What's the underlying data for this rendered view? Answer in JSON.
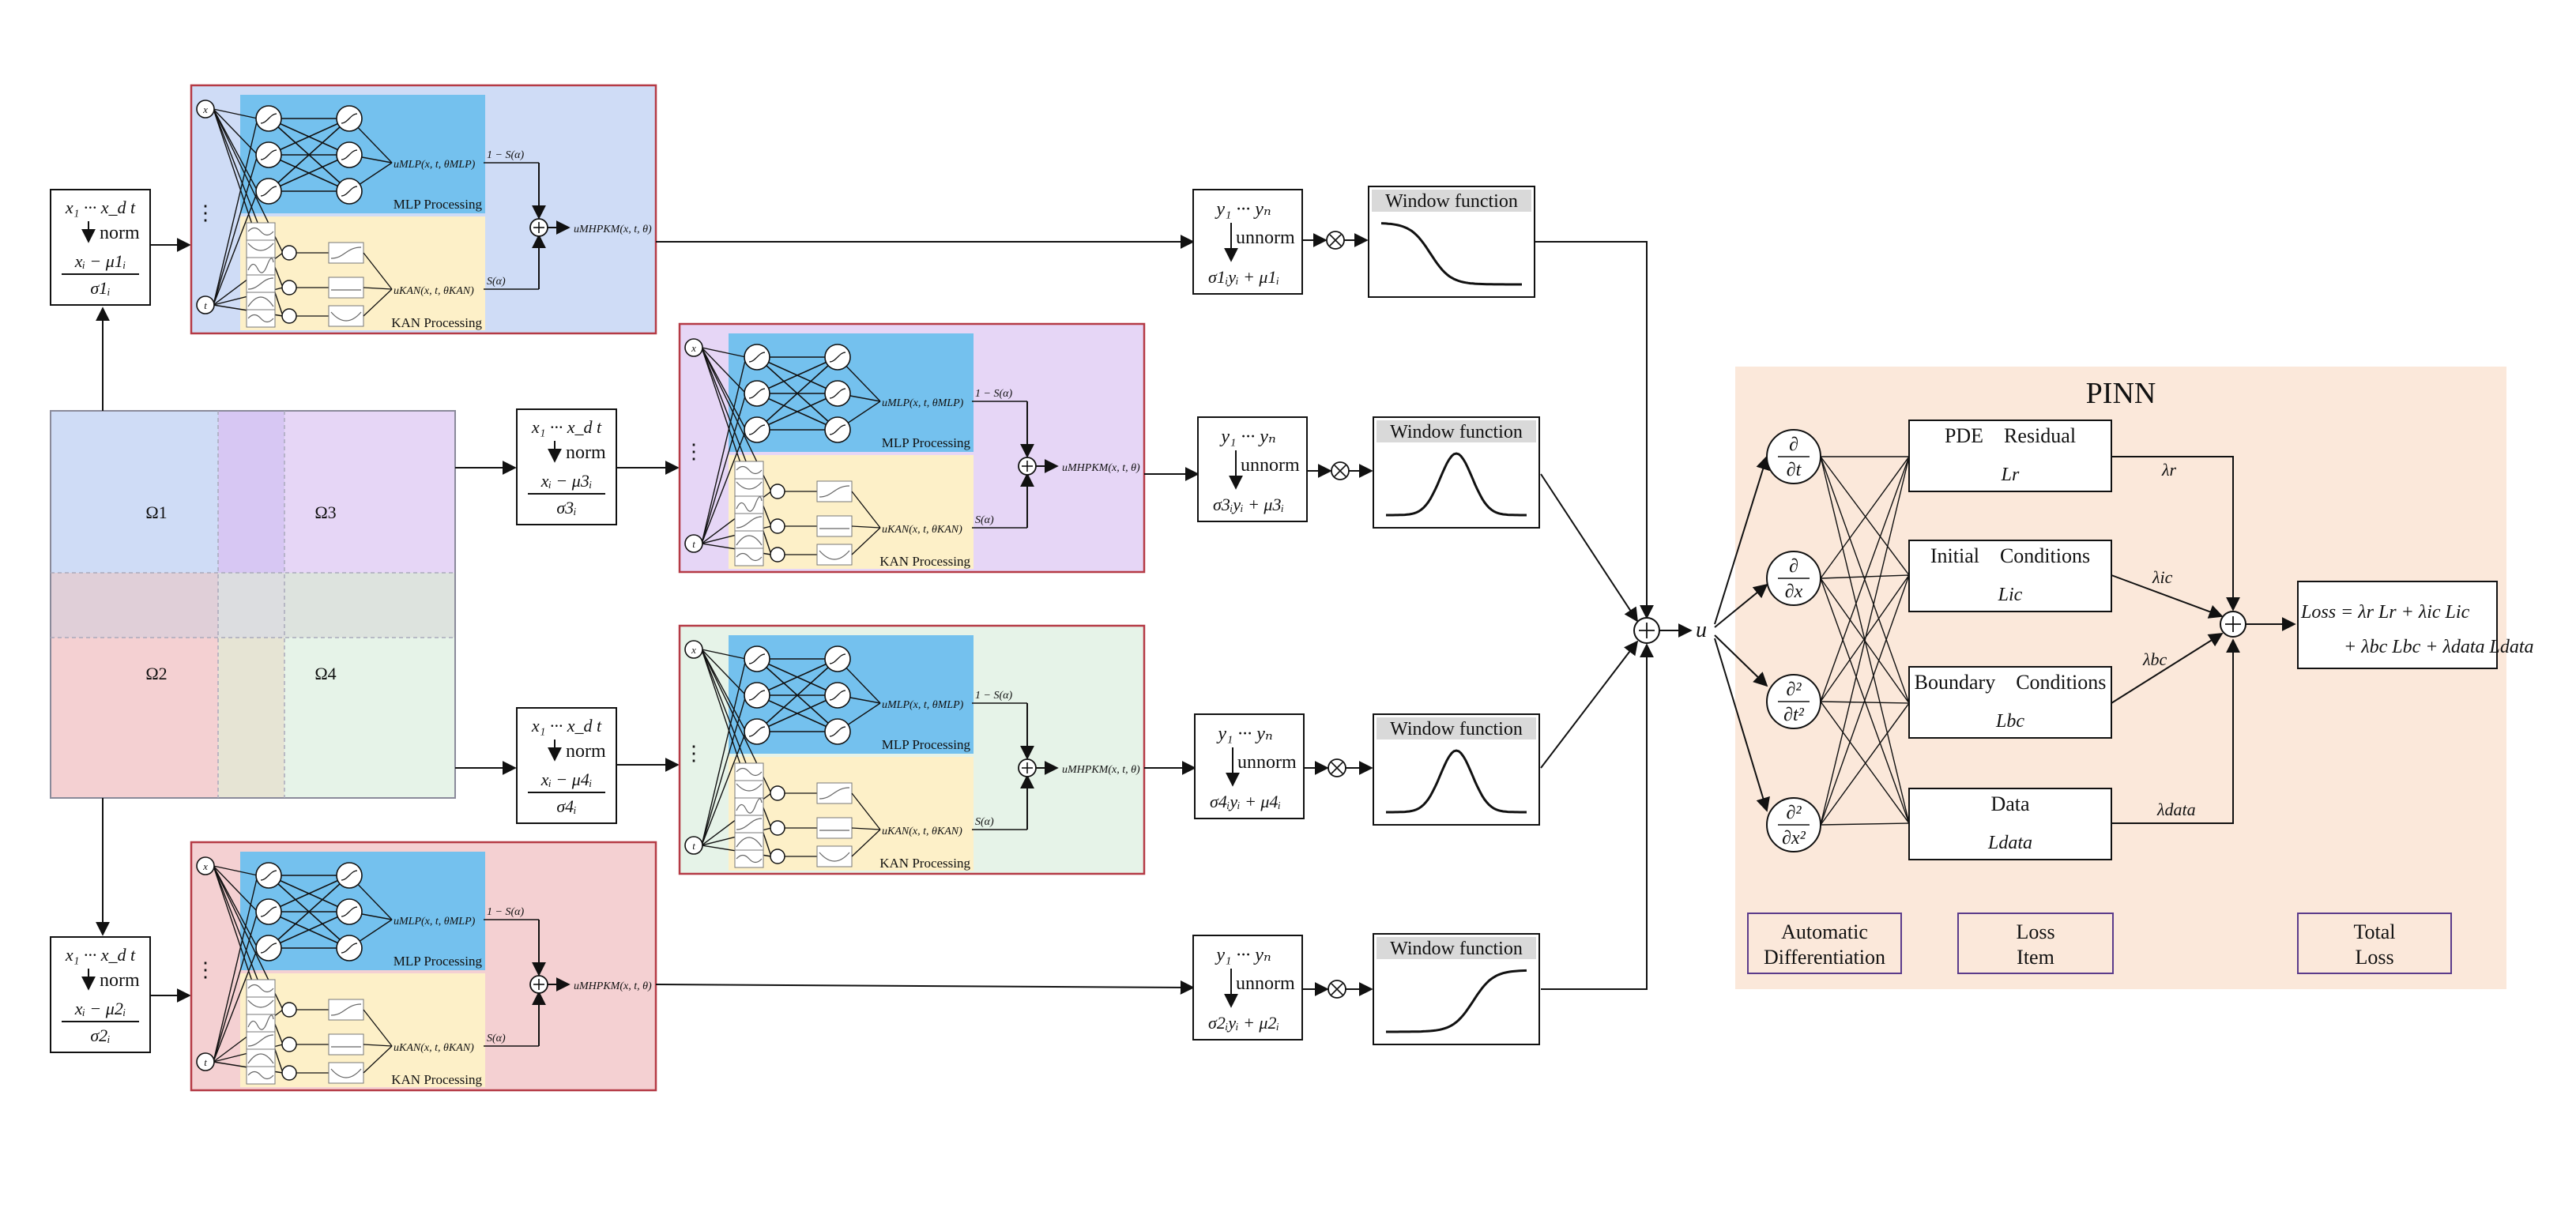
{
  "domain_labels": [
    "Ω1",
    "Ω2",
    "Ω3",
    "Ω4"
  ],
  "norm": {
    "input_row": "x₁ ··· x_d   t",
    "word": "norm",
    "numerators": [
      "xᵢ − μ1ᵢ",
      "xᵢ − μ3ᵢ",
      "xᵢ − μ4ᵢ",
      "xᵢ − μ2ᵢ"
    ],
    "denominators": [
      "σ1ᵢ",
      "σ3ᵢ",
      "σ4ᵢ",
      "σ2ᵢ"
    ]
  },
  "subnet": {
    "mlp_label": "MLP Processing",
    "kan_label": "KAN Processing",
    "u_mlp": "uMLP(x, t, θMLP)",
    "u_kan": "uKAN(x, t, θKAN)",
    "u_mhpkm": "uMHPKM(x, t, θ)",
    "one_minus_s": "1 − S(α)",
    "s_alpha": "S(α)",
    "input_x": "x",
    "input_t": "t",
    "dots": "⋮"
  },
  "unnorm": {
    "outputs": "y₁  ···  yₙ",
    "word": "unnorm",
    "formulas": [
      "σ1ᵢyᵢ + μ1ᵢ",
      "σ3ᵢyᵢ + μ3ᵢ",
      "σ4ᵢyᵢ + μ4ᵢ",
      "σ2ᵢyᵢ + μ2ᵢ"
    ]
  },
  "window": {
    "title": "Window function",
    "shapes": [
      "falling",
      "bump",
      "bump",
      "rising"
    ]
  },
  "multiply_symbol": "⊗",
  "sum_symbol": "⊕",
  "u_label": "u",
  "pinn": {
    "title": "PINN",
    "derivatives": [
      {
        "num": "∂",
        "den": "∂t"
      },
      {
        "num": "∂",
        "den": "∂x"
      },
      {
        "num": "∂²",
        "den": "∂t²"
      },
      {
        "num": "∂²",
        "den": "∂x²"
      }
    ],
    "loss_items": [
      {
        "name": "PDE    Residual",
        "symbol": "Lr"
      },
      {
        "name": "Initial    Conditions",
        "symbol": "Lic"
      },
      {
        "name": "Boundary    Conditions",
        "symbol": "Lbc"
      },
      {
        "name": "Data",
        "symbol": "Ldata"
      }
    ],
    "weights": [
      "λr",
      "λic",
      "λbc",
      "λdata"
    ],
    "total_loss_line1": "Loss = λr Lr + λic Lic",
    "total_loss_line2": "+ λbc Lbc + λdata Ldata",
    "footer": [
      {
        "line1": "Automatic",
        "line2": "Differentiation"
      },
      {
        "line1": "Loss",
        "line2": "Item"
      },
      {
        "line1": "Total",
        "line2": "Loss"
      }
    ]
  },
  "colors": {
    "omega1": "#cfdcf6",
    "omega2": "#f4d0d2",
    "omega3": "#e6d6f6",
    "omega4": "#e6f3e8",
    "overlap_v": "#d7c7f3",
    "overlap_h": "#e0cfd8",
    "overlap_c": "#dcdde0",
    "mlp_fill": "#74c1ee",
    "kan_fill": "#fdf0c8",
    "subnet_border": "#b53a45",
    "pinn_bg": "#fbe8da",
    "footer_border": "#5b3b8b"
  }
}
